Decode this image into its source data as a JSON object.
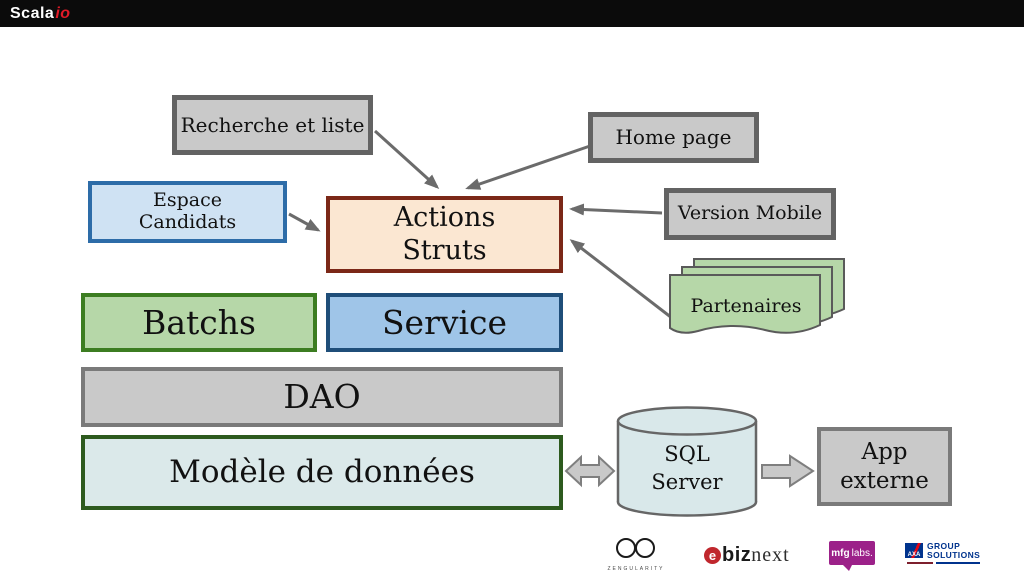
{
  "header": {
    "brand": {
      "scala": "Scala",
      "io": "io"
    }
  },
  "diagram": {
    "recherche_label": "Recherche et liste",
    "home_label": "Home page",
    "espace_line1": "Espace",
    "espace_line2": "Candidats",
    "actions_line1": "Actions",
    "actions_line2": "Struts",
    "version_label": "Version Mobile",
    "partenaires_label": "Partenaires",
    "batchs_label": "Batchs",
    "service_label": "Service",
    "dao_label": "DAO",
    "modele_label": "Modèle de données",
    "sql_line1": "SQL",
    "sql_line2": "Server",
    "app_line1": "App",
    "app_line2": "externe"
  },
  "colors": {
    "header_bg": "#0b0b0b",
    "brand_red": "#e11a27",
    "gray_fill": "#c9c9c9",
    "gray_border": "#636363",
    "blue_fill": "#cfe2f3",
    "blue_border": "#2d6ca8",
    "peach_fill": "#fbe7d2",
    "maroon_border": "#7b2817",
    "green_fill": "#b6d7a8",
    "green_border": "#3c7d21",
    "service_fill": "#9fc5e8",
    "service_border": "#1f4e79",
    "teal_fill": "#dbe9ea",
    "darkgreen_border": "#2d5a1e",
    "connector_gray": "#6b6b6b",
    "mfglabs_magenta": "#9c2189",
    "axa_blue": "#00338d",
    "ebiznext_red": "#c0272d"
  },
  "footer": {
    "zengularity_label": "ZENGULARITY",
    "ebiznext_e": "e",
    "ebiznext_biz": "biz",
    "ebiznext_next": "next",
    "mfglabs_mfg": "mfg",
    "mfglabs_labs": "labs.",
    "axa_mark": "AXA",
    "axa_line1": "GROUP",
    "axa_line2": "SOLUTIONS"
  }
}
